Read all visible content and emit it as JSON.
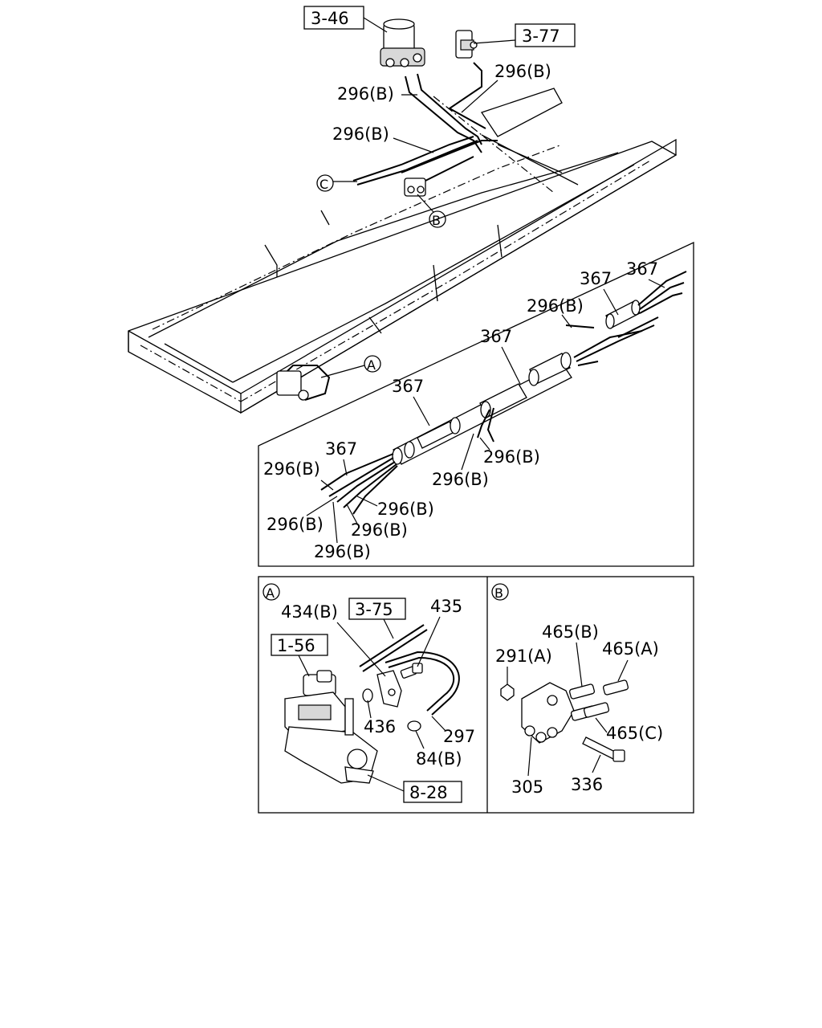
{
  "refs": {
    "ref_3_46": "3-46",
    "ref_3_77": "3-77",
    "ref_3_75": "3-75",
    "ref_1_56": "1-56",
    "ref_8_28": "8-28"
  },
  "markers": {
    "a": "A",
    "b": "B",
    "c": "C"
  },
  "main": {
    "pipe_1": "296(B)",
    "pipe_2": "296(B)",
    "pipe_3": "296(B)"
  },
  "harness": {
    "clamp_1": "367",
    "clamp_2": "367",
    "clamp_3": "367",
    "clamp_4": "367",
    "clamp_5": "367",
    "pipe_1": "296(B)",
    "pipe_2": "296(B)",
    "pipe_3": "296(B)",
    "pipe_4": "296(B)",
    "pipe_5": "296(B)",
    "pipe_6": "296(B)",
    "pipe_7": "296(B)",
    "pipe_8": "296(B)"
  },
  "detail_a": {
    "title": "A",
    "part_434b": "434(B)",
    "part_435": "435",
    "part_436": "436",
    "part_297": "297",
    "part_84b": "84(B)"
  },
  "detail_b": {
    "title": "B",
    "part_465b": "465(B)",
    "part_465a": "465(A)",
    "part_291a": "291(A)",
    "part_465c": "465(C)",
    "part_305": "305",
    "part_336": "336"
  }
}
